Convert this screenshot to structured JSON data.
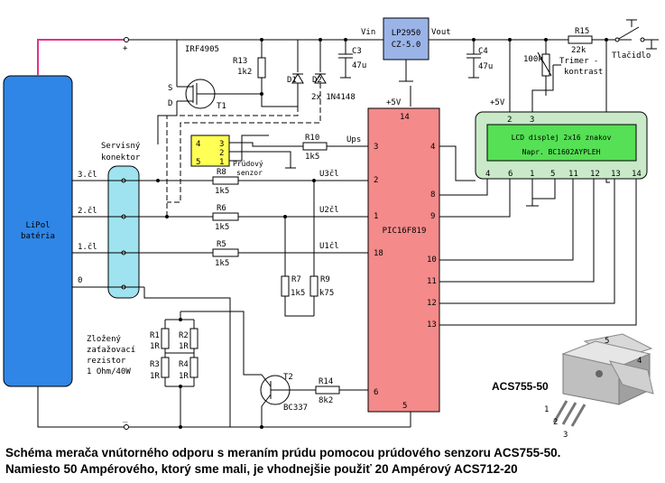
{
  "battery": {
    "label_line1": "LiPol",
    "label_line2": "batéria",
    "plus": "+",
    "minus": "_"
  },
  "connector": {
    "label_line1": "Servisný",
    "label_line2": "konektor"
  },
  "cells": [
    "3.čl",
    "2.čl",
    "1.čl",
    "0"
  ],
  "mosfet": {
    "name": "IRF4905",
    "s": "S",
    "d": "D",
    "ref": "T1"
  },
  "r13": {
    "ref": "R13",
    "value": "1k2"
  },
  "diodes": {
    "d1": "D1",
    "d2": "D2",
    "value": "2x 1N4148"
  },
  "regulator": {
    "line1": "LP2950",
    "line2": "CZ-5.0",
    "vin": "Vin",
    "vout": "Vout"
  },
  "c3": {
    "ref": "C3",
    "value": "47u"
  },
  "c4": {
    "ref": "C4",
    "value": "47u"
  },
  "r15": {
    "ref": "R15",
    "value": "22k"
  },
  "button": {
    "label": "Tlačidlo",
    "symbol": "T"
  },
  "trimmer": {
    "value": "100k",
    "label1": "Trimer -",
    "label2": "kontrast"
  },
  "supply": {
    "plus5v_a": "+5V",
    "plus5v_b": "+5V"
  },
  "lcd": {
    "line1": "LCD displej 2x16 znakov",
    "line2": "Napr.  BC1602AYPLEH",
    "pins_top": [
      "2",
      "3"
    ],
    "pins_bottom": [
      "4",
      "6",
      "1",
      "5",
      "11",
      "12",
      "13",
      "14"
    ]
  },
  "sensor": {
    "pins": [
      "4",
      "3",
      "2",
      "5",
      "1"
    ],
    "label1": "Prúdový",
    "label2": "senzor"
  },
  "r10": {
    "ref": "R10",
    "value": "1k5",
    "net": "Ups"
  },
  "r8": {
    "ref": "R8",
    "value": "1k5",
    "net": "U3čl"
  },
  "r6": {
    "ref": "R6",
    "value": "1k5",
    "net": "U2čl"
  },
  "r5": {
    "ref": "R5",
    "value": "1k5",
    "net": "U1čl"
  },
  "r7": {
    "ref": "R7",
    "value": "1k5"
  },
  "r9": {
    "ref": "R9",
    "value": "k75"
  },
  "mcu": {
    "name": "PIC16F819",
    "pins_left": [
      "3",
      "2",
      "1",
      "18",
      "6"
    ],
    "pins_right": [
      "4",
      "8",
      "9",
      "10",
      "11",
      "12",
      "13"
    ],
    "pin_top": "14",
    "pin_bottom": "5"
  },
  "load": {
    "line1": "Zložený",
    "line2": "zaťažovací",
    "line3": "rezistor",
    "line4": "1 Ohm/40W",
    "r1": "R1",
    "r2": "R2",
    "r3": "R3",
    "r4": "R4",
    "val": "1R"
  },
  "t2": {
    "ref": "T2",
    "type": "BC337"
  },
  "r14": {
    "ref": "R14",
    "value": "8k2"
  },
  "acs": {
    "name": "ACS755-50",
    "pins": [
      "1",
      "2",
      "3",
      "4",
      "5"
    ]
  },
  "caption": {
    "line1": "Schéma merača vnútorného odporu s meraním prúdu pomocou prúdového senzoru ACS755-50.",
    "line2": "Namiesto 50 Ampérového, ktorý sme mali,  je vhodnejšie použiť 20 Ampérový ACS712-20"
  },
  "colors": {
    "battery": "#2f86e6",
    "connector": "#9fe3f0",
    "regulator": "#9bb4e8",
    "mcu": "#f48a8a",
    "lcd_frame": "#c9e9c9",
    "lcd_screen": "#55e055",
    "sensor": "#ffff55",
    "battery_wire": "#e0338a"
  }
}
